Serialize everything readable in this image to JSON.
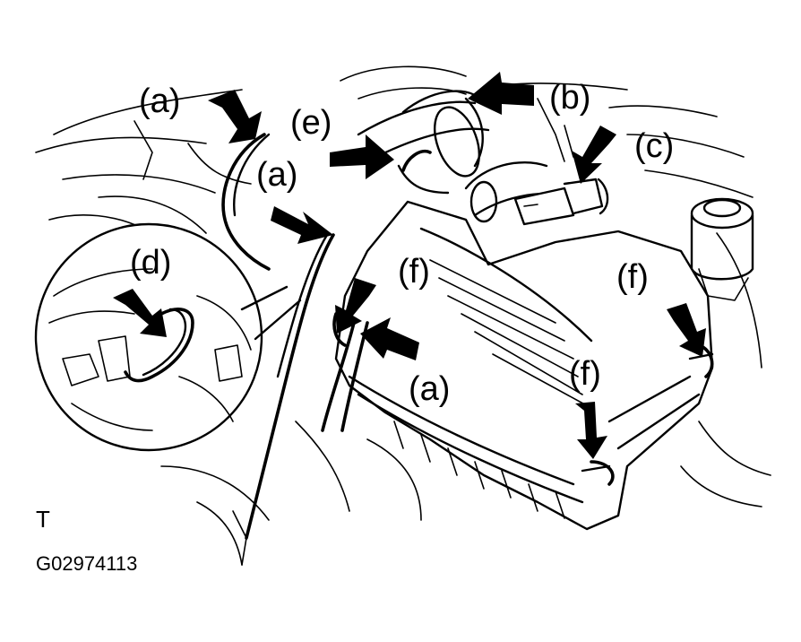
{
  "callouts": {
    "a_top_left": "(a)",
    "a_middle": "(a)",
    "a_lower": "(a)",
    "b": "(b)",
    "c": "(c)",
    "d": "(d)",
    "e": "(e)",
    "f_left": "(f)",
    "f_right": "(f)",
    "f_lower": "(f)"
  },
  "orientation_mark": "T",
  "figure_code": "G02974113"
}
